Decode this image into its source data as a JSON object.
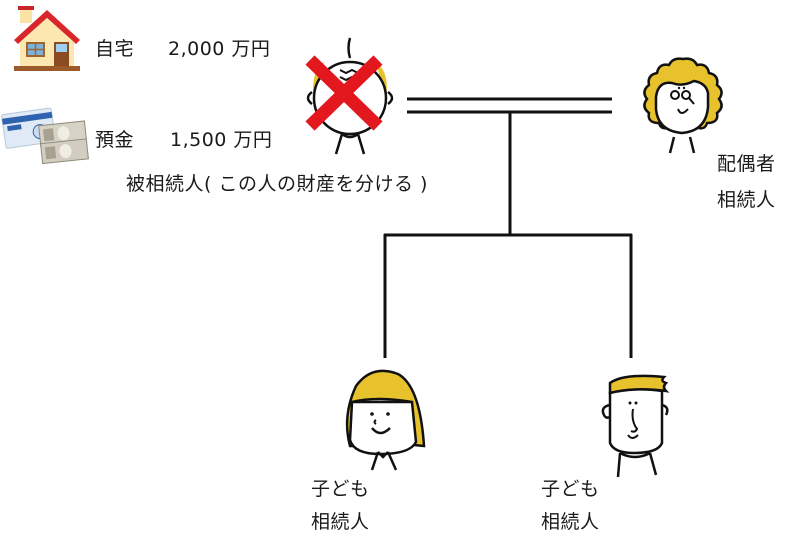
{
  "assets": [
    {
      "icon": "house-icon",
      "label": "自宅",
      "amount": "2,000 万円"
    },
    {
      "icon": "bankbook-cash-icon",
      "label": "預金",
      "amount": "1,500 万円"
    }
  ],
  "deceased": {
    "label": "被相続人（この人の財産を分ける）",
    "label_parts": {
      "main": "被相続人",
      "note": "( この人の財産を分ける )"
    },
    "crossed_out": true
  },
  "spouse": {
    "role": "配偶者",
    "status": "相続人"
  },
  "children": [
    {
      "role": "子ども",
      "status": "相続人"
    },
    {
      "role": "子ども",
      "status": "相続人"
    }
  ],
  "colors": {
    "line": "#111111",
    "hair": "#e8c22c",
    "cross": "#e3171e",
    "roof": "#d9262a",
    "house_wall": "#fbe3a6",
    "door": "#8b4a22"
  }
}
